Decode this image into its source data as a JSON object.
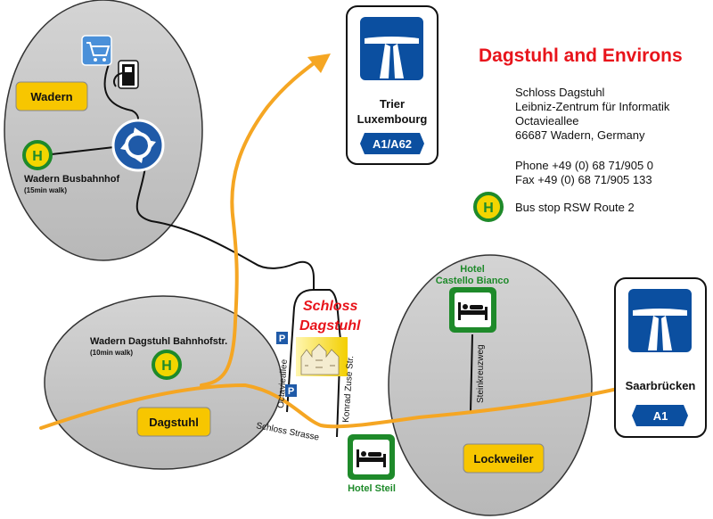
{
  "title": "Dagstuhl and Environs",
  "address": {
    "name": "Schloss Dagstuhl",
    "institute": "Leibniz-Zentrum für Informatik",
    "street": "Octavieallee",
    "city": "66687 Wadern, Germany",
    "phone": "Phone +49 (0) 68 71/905 0",
    "fax": "Fax +49 (0) 68 71/905 133"
  },
  "legend": {
    "bus_symbol": "H",
    "bus_label": "Bus stop RSW Route 2"
  },
  "towns": {
    "wadern": "Wadern",
    "dagstuhl": "Dagstuhl",
    "lockweiler": "Lockweiler"
  },
  "bus_stops": {
    "wadern_name": "Wadern Busbahnhof",
    "wadern_walk": "(15min walk)",
    "dagstuhl_name": "Wadern Dagstuhl Bahnhofstr.",
    "dagstuhl_walk": "(10min walk)"
  },
  "castle": {
    "line1": "Schloss",
    "line2": "Dagstuhl"
  },
  "streets": {
    "octavieallee": "Octavieallee",
    "schloss_strasse": "Schloss Strasse",
    "konrad_zuse": "Konrad Zuse Str.",
    "steinkreuzweg": "Steinkreuzweg"
  },
  "parking_symbol": "P",
  "hotels": {
    "castello_line1": "Hotel",
    "castello_line2": "Castello Bianco",
    "steil": "Hotel Steil"
  },
  "motorways": {
    "north_line1": "Trier",
    "north_line2": "Luxembourg",
    "north_badge": "A1/A62",
    "east_label": "Saarbrücken",
    "east_badge": "A1"
  },
  "colors": {
    "title_red": "#e8141b",
    "road_orange": "#f5a623",
    "town_yellow": "#f7c600",
    "bus_green": "#1e8a2a",
    "bus_yellow": "#f2d500",
    "motorway_blue": "#0b4fa0",
    "circle_gray": "#c8c8c8"
  },
  "icons": [
    "shopping-cart-icon",
    "fuel-pump-icon",
    "roundabout-icon",
    "bus-stop-icon",
    "parking-icon",
    "hotel-bed-icon",
    "motorway-icon",
    "castle-icon"
  ]
}
